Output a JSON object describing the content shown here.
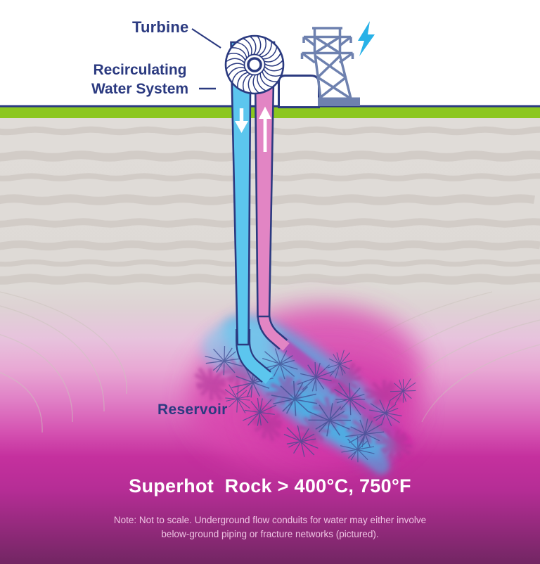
{
  "diagram": {
    "labels": {
      "turbine": "Turbine",
      "recirculating_line1": "Recirculating",
      "recirculating_line2": "Water System",
      "reservoir": "Reservoir",
      "superhot_rock": "Superhot  Rock > 400°C, 750°F",
      "note_line1": "Note: Not to scale. Underground flow conduits for water may either involve",
      "note_line2": "below-ground piping or fracture networks (pictured)."
    },
    "icons": {
      "turbine_wheel": "turbine-wheel-icon",
      "transmission_tower": "transmission-tower-icon",
      "lightning_bolt": "lightning-bolt-icon",
      "powerhouse_building": "powerhouse-building-icon",
      "cold_water_down_arrow": "down-arrow-icon",
      "hot_water_up_arrow": "up-arrow-icon",
      "fracture_network": "fracture-network-icon"
    },
    "colors": {
      "label_navy": "#2b3a80",
      "cold_water_blue": "#5cc6ee",
      "hot_water_pink": "#e285c4",
      "surface_green": "#8cc720",
      "tower_slate": "#6e81af",
      "lightning_cyan": "#28b1e7",
      "rock_gray": "#dfdbd6",
      "rock_band_gray": "#d2ccc7",
      "reservoir_magenta": "#d944ae",
      "reservoir_blue": "#4fb6e6",
      "superhot_magenta": "#c5309e",
      "deep_purple": "#722663"
    }
  }
}
